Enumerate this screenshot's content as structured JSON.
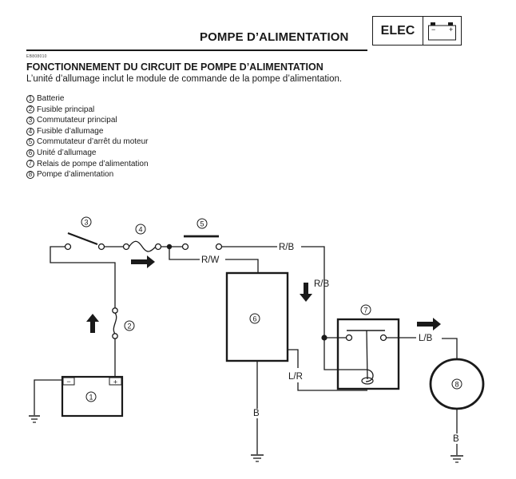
{
  "header": {
    "page_title": "POMPE D’ALIMENTATION",
    "section_tab": "ELEC",
    "section_icon": "battery-icon",
    "battery_minus": "−",
    "battery_plus": "+"
  },
  "doc_code": "EB808010",
  "section": {
    "heading": "FONCTIONNEMENT DU CIRCUIT DE POMPE D’ALIMENTATION",
    "description": "L’unité d’allumage inclut le module de commande de la pompe d’alimentation."
  },
  "legend": [
    {
      "num": "1",
      "label": "Batterie"
    },
    {
      "num": "2",
      "label": "Fusible principal"
    },
    {
      "num": "3",
      "label": "Commutateur principal"
    },
    {
      "num": "4",
      "label": "Fusible d’allumage"
    },
    {
      "num": "5",
      "label": "Commutateur d’arrêt du moteur"
    },
    {
      "num": "6",
      "label": "Unité d’allumage"
    },
    {
      "num": "7",
      "label": "Relais de pompe d’alimentation"
    },
    {
      "num": "8",
      "label": "Pompe d’alimentation"
    }
  ],
  "diagram": {
    "components": {
      "battery": "1",
      "main_fuse": "2",
      "main_switch": "3",
      "ignition_fuse": "4",
      "engine_stop_switch": "5",
      "ignition_unit": "6",
      "pump_relay": "7",
      "fuel_pump": "8"
    },
    "battery_terminals": {
      "negative": "−",
      "positive": "+"
    },
    "wire_labels": {
      "stop_switch_out": "R/B",
      "ignition_unit_feed": "R/W",
      "relay_feed": "R/B",
      "relay_to_pump": "L/B",
      "unit_to_relay_coil": "L/R",
      "unit_ground": "B",
      "pump_ground": "B"
    },
    "flow_arrows": [
      "up",
      "right",
      "down",
      "right"
    ]
  }
}
